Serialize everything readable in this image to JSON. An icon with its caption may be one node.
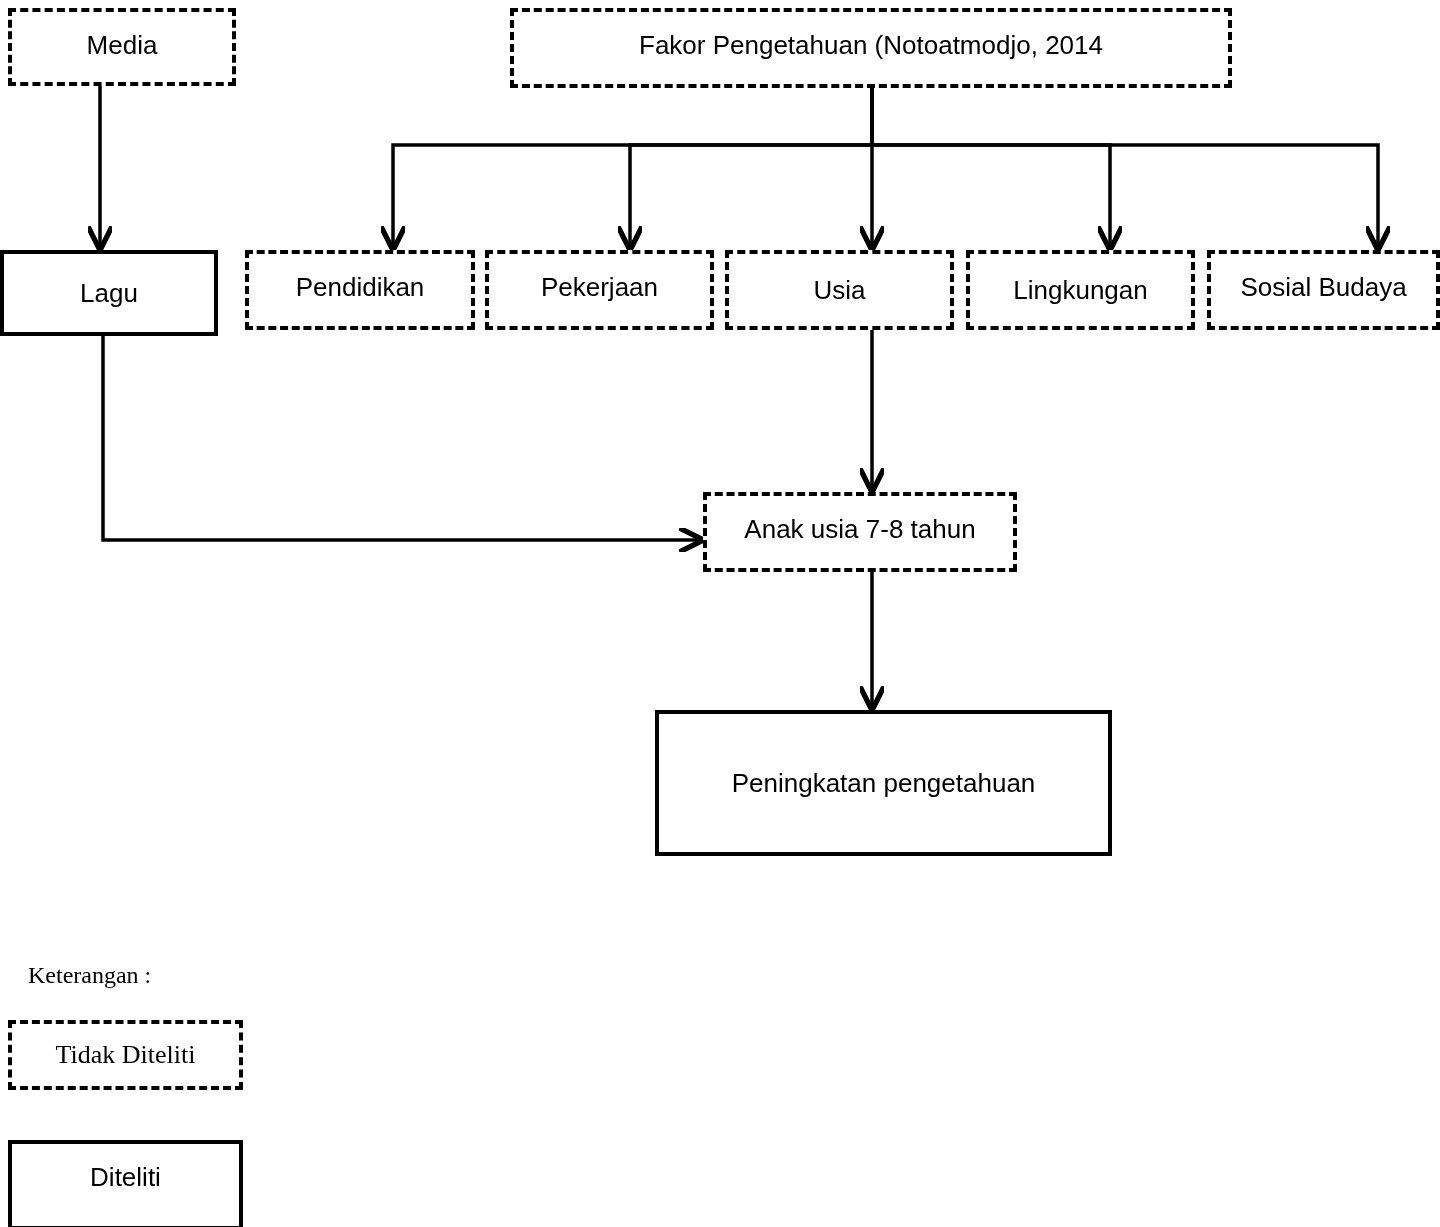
{
  "diagram": {
    "nodes": [
      {
        "text": [
          "Media"
        ]
      },
      {
        "text": [
          "Fakor Pengetahuan (Notoatmodjo, 2014"
        ]
      },
      {
        "text": [
          "Lagu"
        ]
      },
      {
        "text": [
          "Pendidikan"
        ]
      },
      {
        "text": [
          "Pekerjaan"
        ]
      },
      {
        "text": [
          "Usia"
        ]
      },
      {
        "text": [
          "Lingkungan"
        ]
      },
      {
        "text": [
          "Sosial Budaya"
        ]
      },
      {
        "text": [
          "Anak usia 7-8 tahun"
        ]
      },
      {
        "text": [
          "Peningkatan pengetahuan"
        ]
      },
      {
        "text": [
          "Tidak Diteliti"
        ]
      },
      {
        "text": [
          "Diteliti"
        ]
      }
    ],
    "edges": [
      {
        "from": 0,
        "to": 2,
        "arrow": "to"
      },
      {
        "from": 1,
        "to": 3,
        "arrow": "to"
      },
      {
        "from": 1,
        "to": 4,
        "arrow": "to"
      },
      {
        "from": 1,
        "to": 5,
        "arrow": "to"
      },
      {
        "from": 1,
        "to": 6,
        "arrow": "to"
      },
      {
        "from": 1,
        "to": 7,
        "arrow": "to"
      },
      {
        "from": 5,
        "to": 8,
        "arrow": "to"
      },
      {
        "from": 2,
        "to": 8,
        "arrow": "to"
      },
      {
        "from": 8,
        "to": 9,
        "arrow": "to"
      }
    ],
    "labels": [
      "Keterangan :"
    ]
  }
}
